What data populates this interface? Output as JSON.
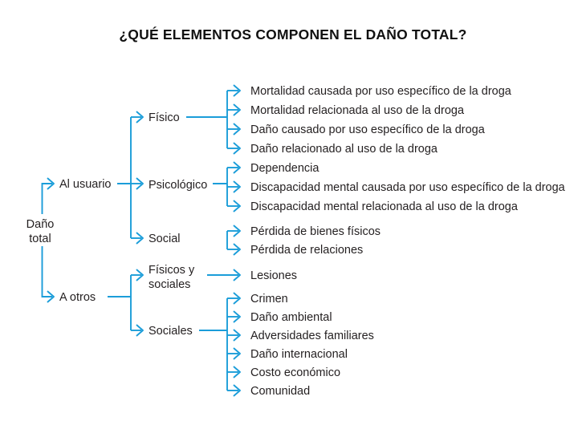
{
  "title": "¿QUÉ ELEMENTOS COMPONEN EL DAÑO TOTAL?",
  "colors": {
    "accent": "#1b9dd9",
    "text": "#231f20",
    "title": "#111111",
    "background": "#ffffff"
  },
  "root": {
    "line1": "Daño",
    "line2": "total"
  },
  "branches": [
    {
      "label": "Al usuario",
      "groups": [
        {
          "label": "Físico",
          "label_line2": "",
          "items": [
            "Mortalidad causada por uso específico de la droga",
            "Mortalidad relacionada al uso de la droga",
            "Daño causado por uso específico de la droga",
            "Daño relacionado al uso de la droga"
          ]
        },
        {
          "label": "Psicológico",
          "label_line2": "",
          "items": [
            "Dependencia",
            "Discapacidad mental causada por uso específico de la droga",
            "Discapacidad mental relacionada al uso de la droga"
          ]
        },
        {
          "label": "Social",
          "label_line2": "",
          "items": [
            "Pérdida de bienes físicos",
            "Pérdida de relaciones"
          ]
        }
      ]
    },
    {
      "label": "A otros",
      "groups": [
        {
          "label": "Físicos y",
          "label_line2": "sociales",
          "items": [
            "Lesiones"
          ]
        },
        {
          "label": "Sociales",
          "label_line2": "",
          "items": [
            "Crimen",
            "Daño ambiental",
            "Adversidades familiares",
            "Daño internacional",
            "Costo económico",
            "Comunidad"
          ]
        }
      ]
    }
  ],
  "labels": {
    "l1_alusuario": "Al usuario",
    "l1_aotros": "A otros",
    "l2_fisico": "Físico",
    "l2_psicologico": "Psicológico",
    "l2_social": "Social",
    "l2_fisicos_y": "Físicos y",
    "l2_sociales_2": "sociales",
    "l2_sociales": "Sociales",
    "leaf_1": "Mortalidad causada por uso específico de la droga",
    "leaf_2": "Mortalidad relacionada al uso de la droga",
    "leaf_3": "Daño causado por uso específico de la droga",
    "leaf_4": "Daño relacionado al uso de la droga",
    "leaf_5": "Dependencia",
    "leaf_6": "Discapacidad mental causada por uso específico de la droga",
    "leaf_7": "Discapacidad mental relacionada al uso de la droga",
    "leaf_8": "Pérdida de bienes físicos",
    "leaf_9": "Pérdida de relaciones",
    "leaf_10": "Lesiones",
    "leaf_11": "Crimen",
    "leaf_12": "Daño ambiental",
    "leaf_13": "Adversidades familiares",
    "leaf_14": "Daño internacional",
    "leaf_15": "Costo económico",
    "leaf_16": "Comunidad"
  }
}
